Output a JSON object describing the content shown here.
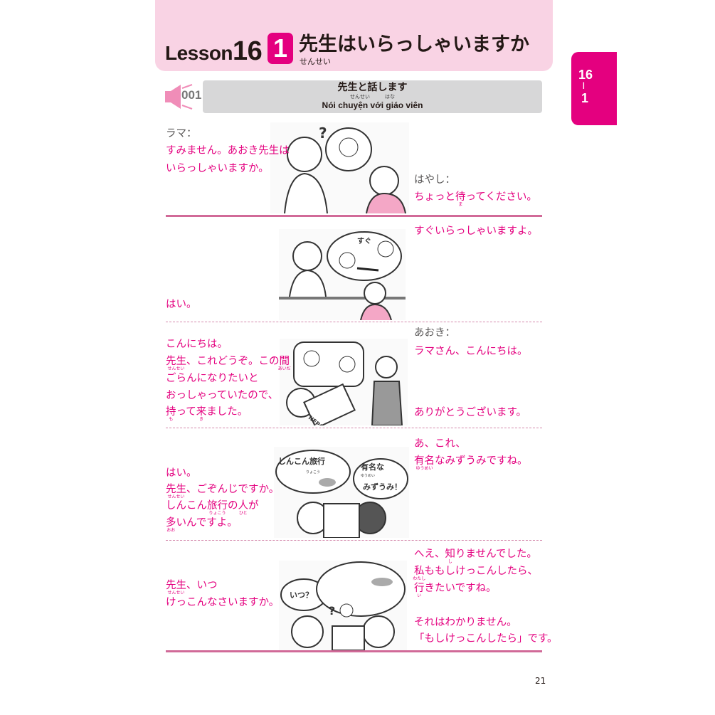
{
  "header": {
    "lesson_label": "Lesson",
    "lesson_number": "16",
    "section_number": "1",
    "title": "先生はいらっしゃいますか",
    "title_ruby": "せんせい"
  },
  "side_tab": {
    "top": "16",
    "sep": "|",
    "bottom": "1"
  },
  "audio": {
    "icon": "speaker-icon",
    "track": "001"
  },
  "topic": {
    "jp": "先生と話します",
    "ruby": "せんせい　　　はな",
    "vn": "Nói chuyện với giáo viên"
  },
  "colors": {
    "accent": "#e4007f",
    "header_bg": "#f9d3e4",
    "topic_bg": "#d7d7d8"
  },
  "panels": [
    {
      "left": [
        [
          "ラマ："
        ],
        [
          "すみません。あおき先生は"
        ],
        [
          "いらっしゃいますか。"
        ]
      ],
      "right": [
        [
          "はやし："
        ],
        [
          "ちょっと",
          [
            "待",
            "ま"
          ],
          "ってください。"
        ]
      ]
    },
    {
      "left": [
        [
          "はい。"
        ]
      ],
      "right": [
        [
          "すぐいらっしゃいますよ。"
        ]
      ]
    },
    {
      "left": [
        [
          "こんにちは。"
        ],
        [
          [
            "先生",
            "せんせい"
          ],
          "、これどうぞ。この",
          [
            "間",
            "あいだ"
          ]
        ],
        [
          "ごらんになりたいと"
        ],
        [
          "おっしゃっていたので、"
        ],
        [
          [
            "持",
            "も"
          ],
          "って",
          [
            "来",
            "き"
          ],
          "ました。"
        ]
      ],
      "right": [
        [
          "あおき："
        ],
        [
          "ラマさん、こんにちは。"
        ],
        [
          "ありがとうございます。"
        ]
      ]
    },
    {
      "left": [
        [
          "はい。"
        ],
        [
          [
            "先生",
            "せんせい"
          ],
          "、ごぞんじですか。"
        ],
        [
          "しんこん",
          [
            "旅行",
            "りょこう"
          ],
          "の",
          [
            "人",
            "ひと"
          ],
          "が"
        ],
        [
          [
            "多",
            "おお"
          ],
          "いんですよ。"
        ]
      ],
      "right": [
        [
          "あ、これ、"
        ],
        [
          [
            "有名",
            "ゆうめい"
          ],
          "なみずうみですね。"
        ]
      ]
    },
    {
      "left": [
        [
          [
            "先生",
            "せんせい"
          ],
          "、いつ"
        ],
        [
          "けっこんなさいますか。"
        ]
      ],
      "right": [
        [
          "へえ、",
          [
            "知",
            "し"
          ],
          "りませんでした。"
        ],
        [
          [
            "私",
            "わたし"
          ],
          "ももしけっこんしたら、"
        ],
        [
          [
            "行",
            "い"
          ],
          "きたいですね。"
        ],
        [
          "それはわかりません。"
        ],
        [
          "「もしけっこんしたら」です。"
        ]
      ]
    }
  ],
  "illustrations": [
    {
      "bubbles": [
        "?"
      ]
    },
    {
      "bubbles": [
        "すぐ"
      ]
    },
    {
      "bubbles": [
        "NEPAL"
      ]
    },
    {
      "bubbles": [
        "しんこん旅行",
        "りょこう",
        "有名な",
        "ゆうめい",
        "みずうみ！"
      ]
    },
    {
      "bubbles": [
        "いつ？",
        "?"
      ]
    }
  ],
  "page_number": "21"
}
